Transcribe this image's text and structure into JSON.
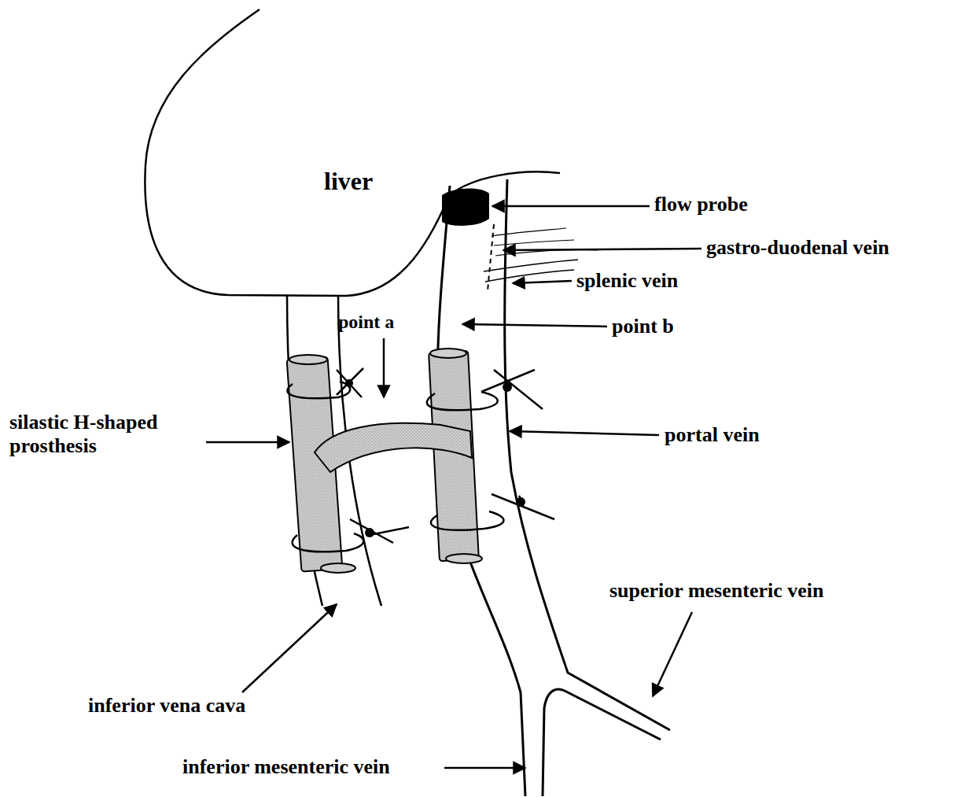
{
  "diagram": {
    "labels": [
      "liver",
      "flow probe",
      "gastro-duodenal vein",
      "splenic vein",
      "point a",
      "point b",
      "silastic H-shaped prosthesis",
      "portal vein",
      "superior mesenteric vein",
      "inferior vena cava",
      "inferior mesenteric vein"
    ]
  }
}
